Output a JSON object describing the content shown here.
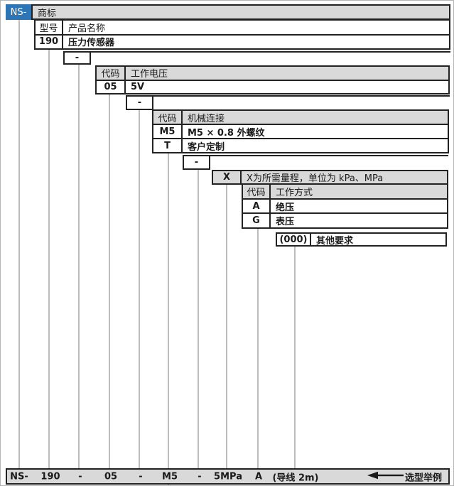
{
  "colors": {
    "accent_blue": "#2E75B6",
    "header_gray": "#D9D9D9",
    "drop_line_gray": "#BDBDBD",
    "border_black": "#222222"
  },
  "tree": {
    "prefix": "NS-",
    "trademark_label": "商标",
    "model": {
      "h_code": "型号",
      "h_label": "产品名称",
      "rows": [
        {
          "code": "190",
          "label": "压力传感器"
        }
      ]
    },
    "dash1": "-",
    "voltage": {
      "h_code": "代码",
      "h_label": "工作电压",
      "rows": [
        {
          "code": "05",
          "label": "5V"
        }
      ]
    },
    "dash2": "-",
    "connection": {
      "h_code": "代码",
      "h_label": "机械连接",
      "rows": [
        {
          "code": "M5",
          "label": "M5 × 0.8 外螺纹"
        },
        {
          "code": "T",
          "label": "客户定制"
        }
      ]
    },
    "dash3": "-",
    "range": {
      "code": "X",
      "label": "X为所需量程，单位为 kPa、MPa"
    },
    "mode": {
      "h_code": "代码",
      "h_label": "工作方式",
      "rows": [
        {
          "code": "A",
          "label": "绝压"
        },
        {
          "code": "G",
          "label": "表压"
        }
      ]
    },
    "other": {
      "code": "(000)",
      "label": "其他要求"
    }
  },
  "example": {
    "segments": [
      "NS-",
      "190",
      "-",
      "05",
      "-",
      "M5",
      "-",
      "5MPa",
      "A",
      "(导线 2m)"
    ],
    "caption": "选型举例"
  }
}
